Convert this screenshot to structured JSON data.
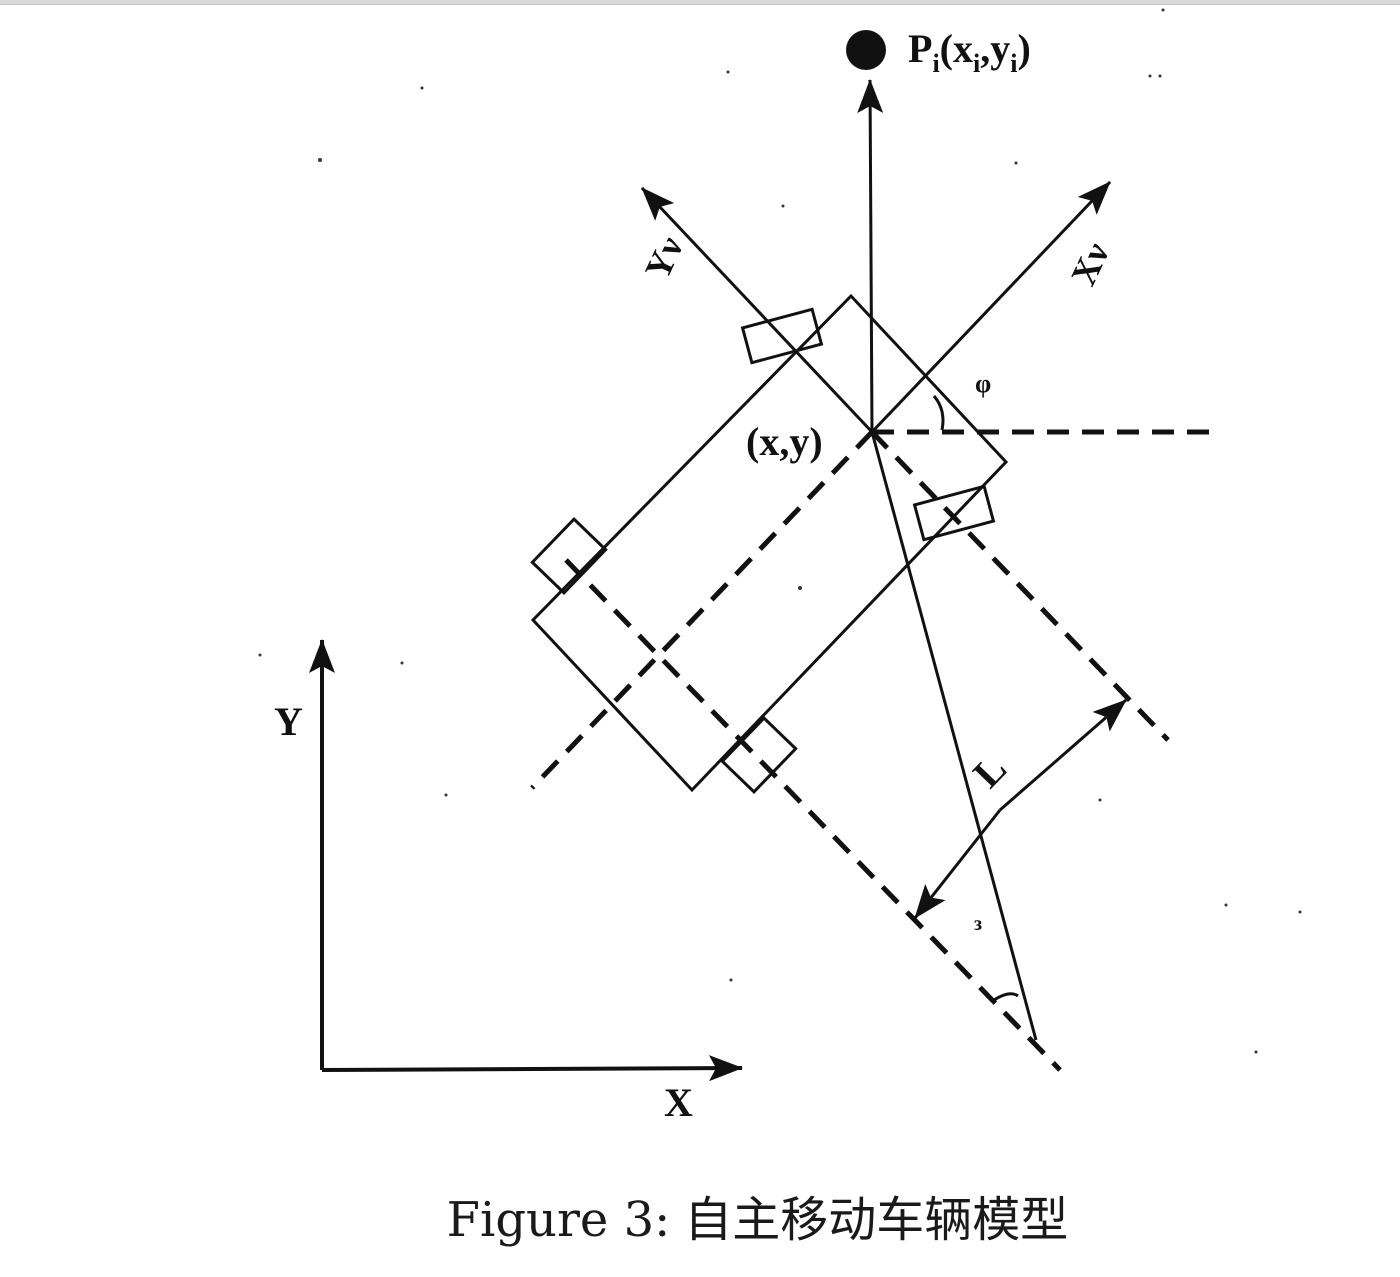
{
  "figure": {
    "caption": {
      "label": "Figure 3:",
      "text": "自主移动车辆模型"
    },
    "labels": {
      "world_y_axis": "Y",
      "world_x_axis": "X",
      "vehicle_y_axis": "Yν",
      "vehicle_x_axis": "Xν",
      "vehicle_position": "(x,y)",
      "heading_angle": "φ",
      "wheelbase": "L",
      "steering_angle": "з",
      "target_point_base": "P",
      "target_point_sub": "i",
      "target_point_open": "(x",
      "target_point_sub_x": "i",
      "target_point_comma": ",y",
      "target_point_sub_y": "i",
      "target_point_close": ")"
    }
  }
}
